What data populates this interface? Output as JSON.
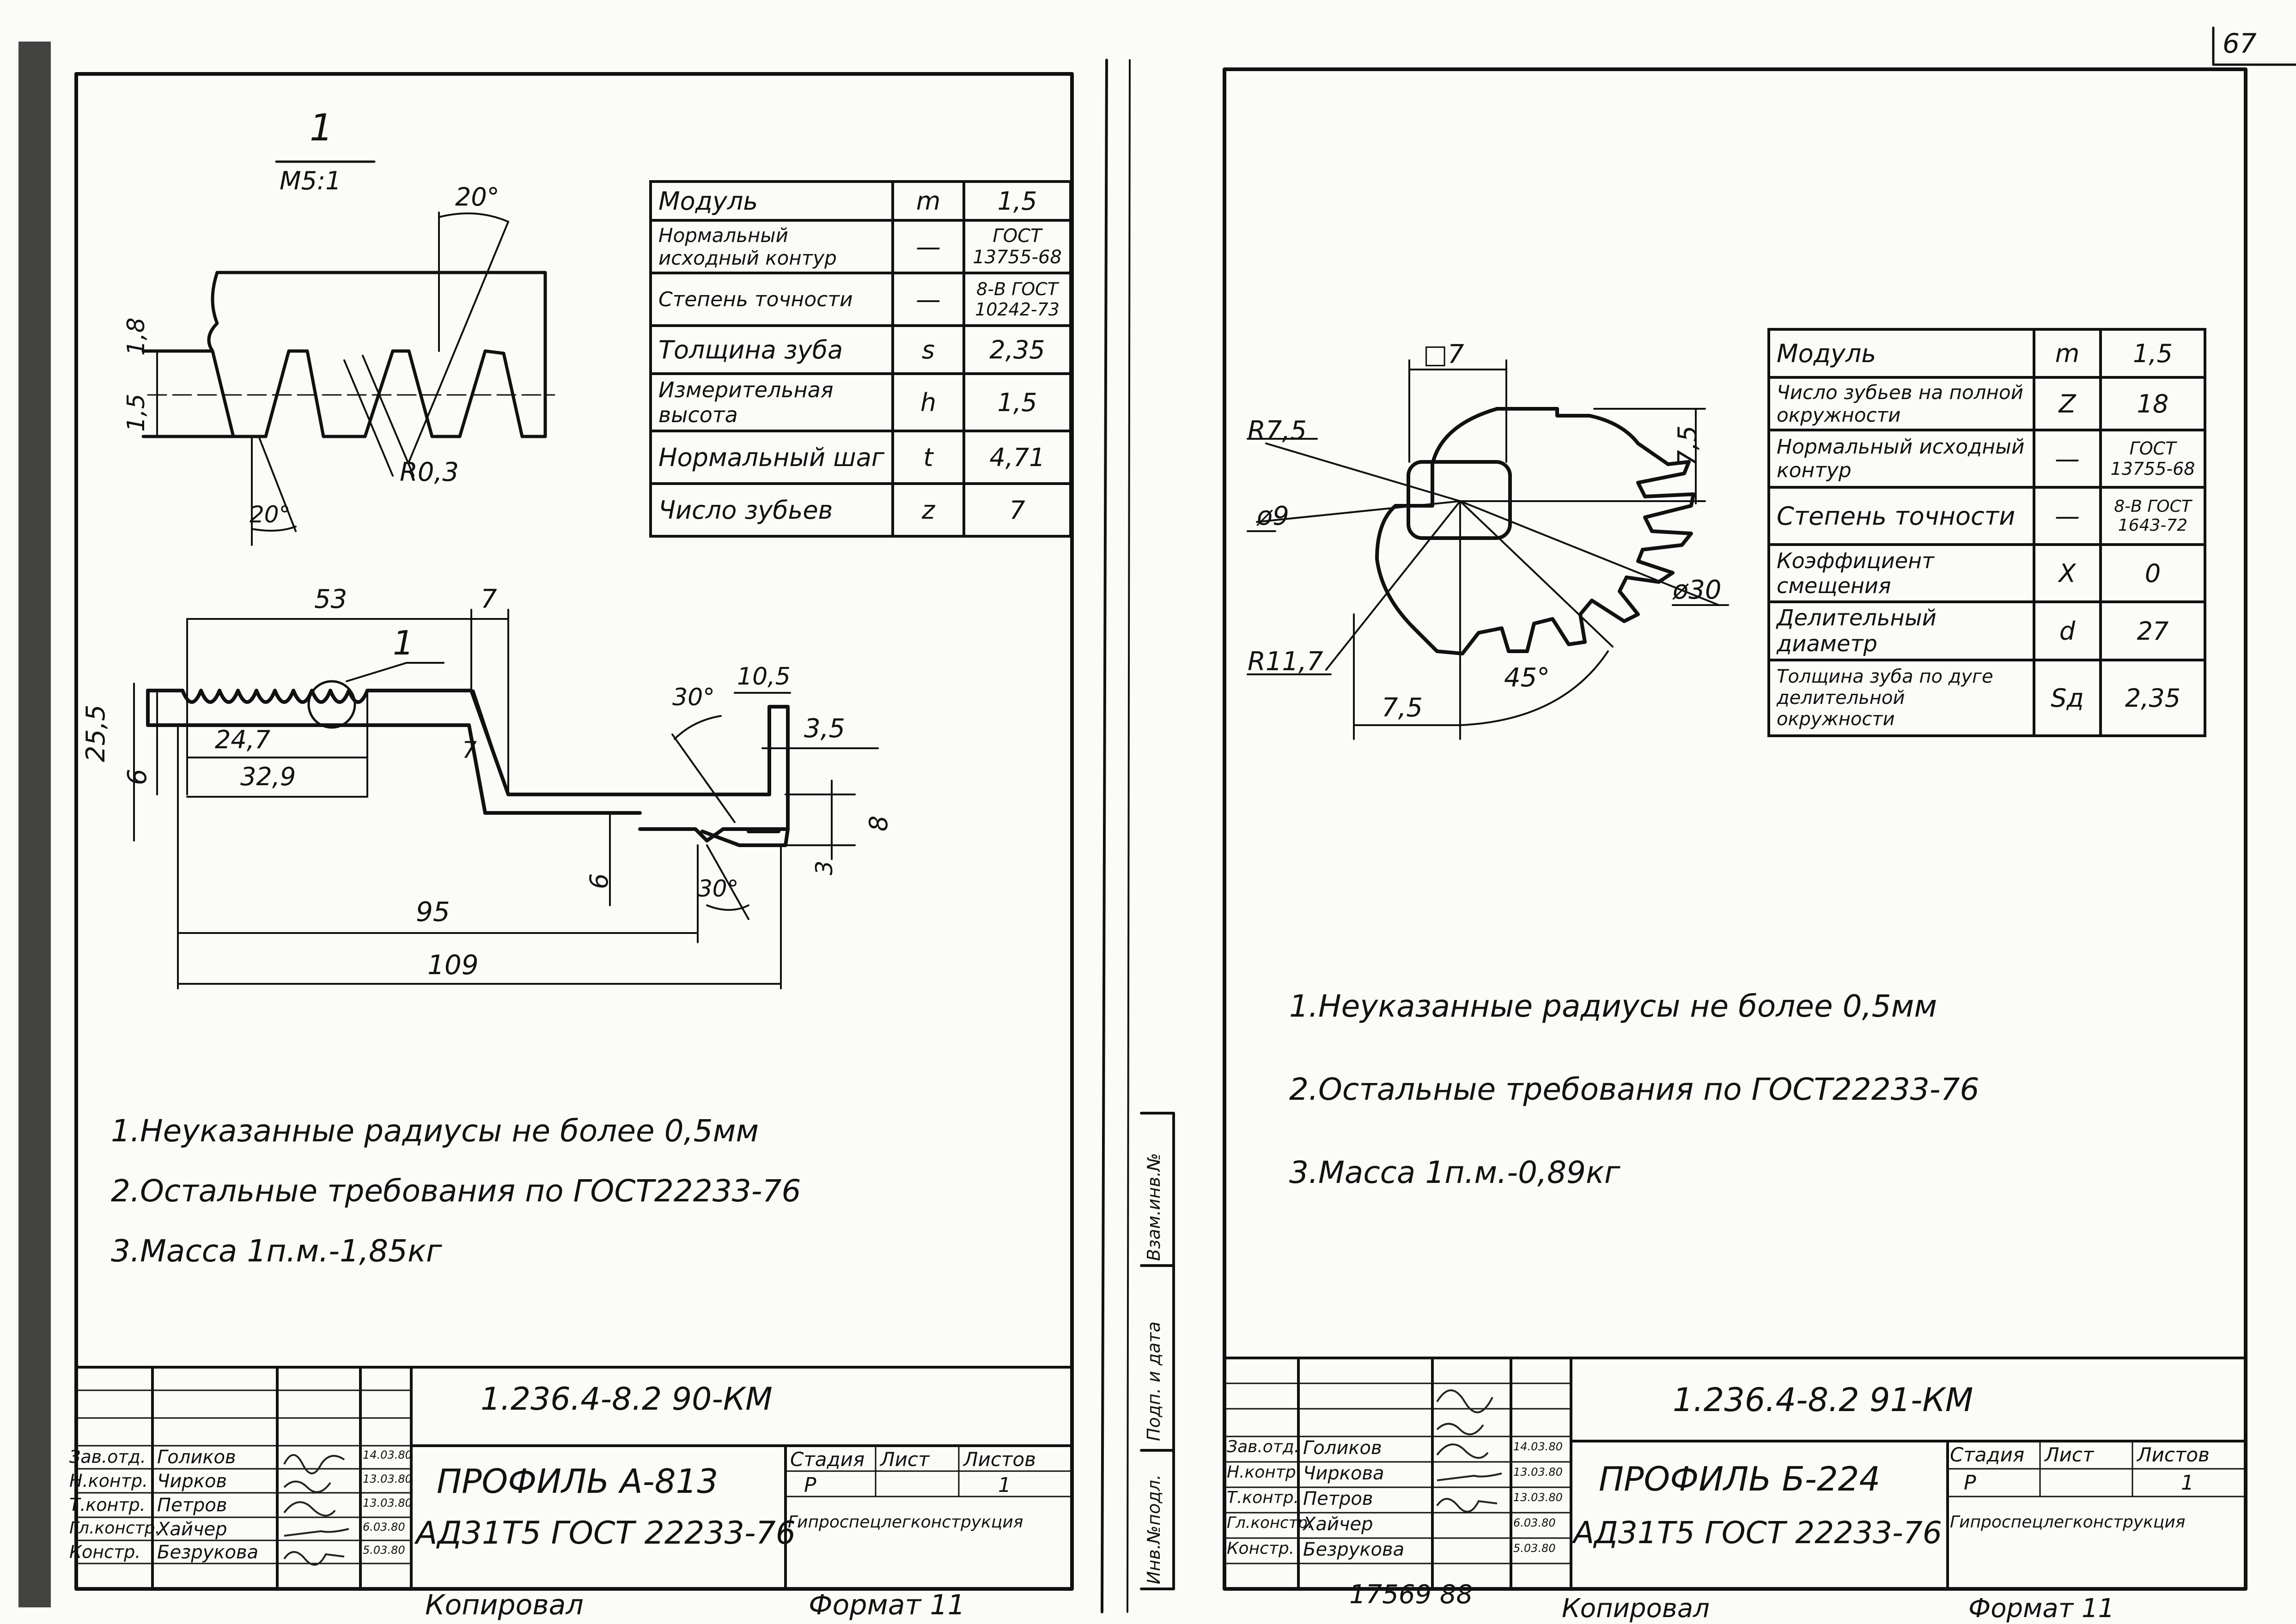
{
  "page_number": "67",
  "sheet1": {
    "view_label": "1",
    "view_scale": "М5:1",
    "detail_angle_top": "20°",
    "detail_angle_bottom": "20°",
    "detail_dim_18": "1,8",
    "detail_dim_15": "1,5",
    "detail_radius": "R0,3",
    "spec_table": [
      [
        "Модуль",
        "m",
        "1,5"
      ],
      [
        "Нормальный исходный контур",
        "—",
        "ГОСТ 13755-68"
      ],
      [
        "Степень точности",
        "—",
        "8-В ГОСТ 10242-73"
      ],
      [
        "Толщина зуба",
        "s",
        "2,35"
      ],
      [
        "Измерительная высота",
        "h",
        "1,5"
      ],
      [
        "Нормальный шаг",
        "t",
        "4,71"
      ],
      [
        "Число зубьев",
        "z",
        "7"
      ]
    ],
    "dims": {
      "d53": "53",
      "d7a": "7",
      "callout": "1",
      "d105": "10,5",
      "d30a": "30°",
      "d35": "3,5",
      "d255": "25,5",
      "d6a": "6",
      "d247": "24,7",
      "d329": "32,9",
      "d7b": "7",
      "d8": "8",
      "d6b": "6",
      "d3": "3",
      "d30b": "30°",
      "d95": "95",
      "d109": "109"
    },
    "notes": [
      "1.Неуказанные радиусы не более 0,5мм",
      "2.Остальные требования по ГОСТ22233-76",
      "3.Масса 1п.м.-1,85кг"
    ],
    "title_block": {
      "code": "1.236.4-8.2  90-КМ",
      "title": "ПРОФИЛЬ А-813",
      "material": "АД31Т5 ГОСТ 22233-76",
      "roles": [
        "Зав.отд.",
        "Н.контр.",
        "Т.контр.",
        "Гл.констр.",
        "Констр."
      ],
      "names": [
        "Голиков",
        "Чирков",
        "Петров",
        "Хайчер",
        "Безрукова"
      ],
      "dates": [
        "14.03.80",
        "13.03.80",
        "13.03.80",
        "6.03.80",
        "5.03.80"
      ],
      "stage_label": "Стадия",
      "sheet_label": "Лист",
      "sheets_label": "Листов",
      "stage": "Р",
      "sheet": "1",
      "org": "Гипроспецлегконструкция"
    },
    "footer_copy": "Копировал",
    "footer_format": "Формат 11"
  },
  "sheet2": {
    "dims": {
      "sq7": "□7",
      "r75": "R7,5",
      "d9": "ø9",
      "d30": "ø30",
      "r117": "R11,7",
      "v75": "7,5",
      "h75": "7,5",
      "a45": "45°"
    },
    "spec_table": [
      [
        "Модуль",
        "m",
        "1,5"
      ],
      [
        "Число зубьев на полной окружности",
        "Z",
        "18"
      ],
      [
        "Нормальный исходный контур",
        "—",
        "ГОСТ 13755-68"
      ],
      [
        "Степень точности",
        "—",
        "8-В ГОСТ 1643-72"
      ],
      [
        "Коэффициент смещения",
        "X",
        "0"
      ],
      [
        "Делительный диаметр",
        "d",
        "27"
      ],
      [
        "Толщина зуба по дуге делительной окружности",
        "Sд",
        "2,35"
      ]
    ],
    "notes": [
      "1.Неуказанные радиусы не более 0,5мм",
      "2.Остальные требования по ГОСТ22233-76",
      "3.Масса 1п.м.-0,89кг"
    ],
    "side_stamp": [
      "Инв.№подл.",
      "Подп. и дата",
      "Взам.инв.№"
    ],
    "title_block": {
      "code": "1.236.4-8.2  91-КМ",
      "title": "ПРОФИЛЬ Б-224",
      "material": "АД31Т5 ГОСТ 22233-76",
      "roles": [
        "Зав.отд.",
        "Н.контр.",
        "Т.контр.",
        "Гл.констр.",
        "Констр."
      ],
      "names": [
        "Голиков",
        "Чиркова",
        "Петров",
        "Хайчер",
        "Безрукова"
      ],
      "dates": [
        "14.03.80",
        "13.03.80",
        "13.03.80",
        "6.03.80",
        "5.03.80"
      ],
      "stage_label": "Стадия",
      "sheet_label": "Лист",
      "sheets_label": "Листов",
      "stage": "Р",
      "sheet": "1",
      "org": "Гипроспецлегконструкция"
    },
    "inventory": "17569  88",
    "footer_copy": "Копировал",
    "footer_format": "Формат 11"
  }
}
